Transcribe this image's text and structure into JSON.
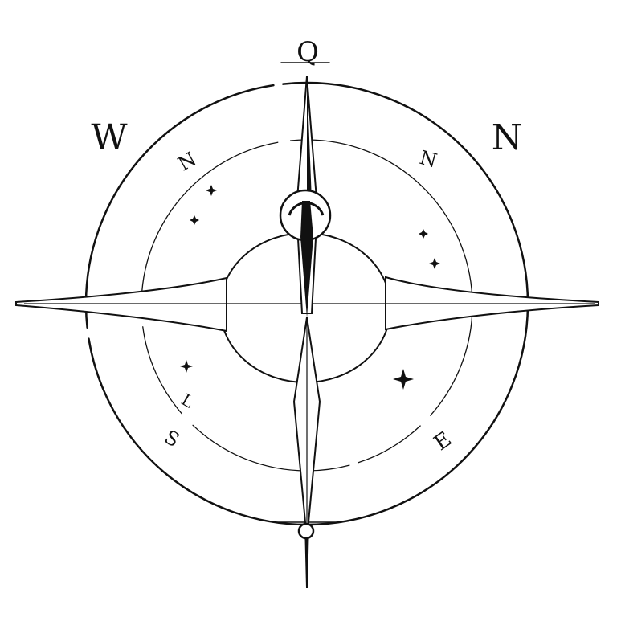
{
  "compass": {
    "top_mark": "Q",
    "outer_labels": {
      "left": "W",
      "right": "N"
    },
    "inner_labels": {
      "upper_left": "N",
      "upper_right": "N",
      "lower_left_s": "S",
      "lower_left_l": "L",
      "lower_right": "E"
    },
    "ink_color": "#111111",
    "background_color": "#ffffff"
  }
}
